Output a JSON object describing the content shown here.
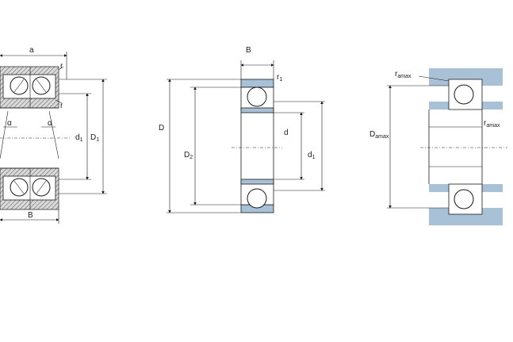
{
  "colors": {
    "accent_blue": "#a9c1d6",
    "line": "#1a1a1a",
    "background": "#ffffff"
  },
  "view1": {
    "a": "a",
    "r_top": "r",
    "r_mid": "r",
    "alpha_left": "α",
    "alpha_right": "α",
    "d1_main": "d",
    "d1_sub": "1",
    "D1_main": "D",
    "D1_sub": "1",
    "B": "B"
  },
  "view2": {
    "B": "B",
    "r1_main": "r",
    "r1_sub": "1",
    "D": "D",
    "D2_main": "D",
    "D2_sub": "2",
    "d": "d",
    "d1_main": "d",
    "d1_sub": "1"
  },
  "view3": {
    "ra_top_main": "r",
    "ra_top_sub": "amax",
    "Da_main": "D",
    "Da_sub": "amax",
    "ra_right_main": "r",
    "ra_right_sub": "amax"
  }
}
